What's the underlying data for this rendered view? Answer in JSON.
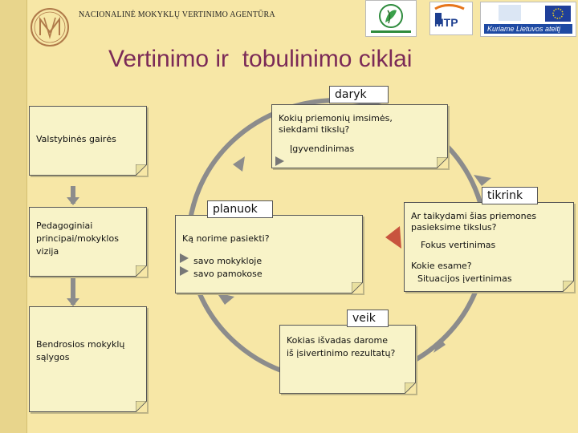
{
  "header": {
    "agency": "NACIONALINĖ MOKYKLŲ VERTINIMO AGENTŪRA",
    "logo_mtp_text": "MTP",
    "logo_eu_text": "Kuriame Lietuvos ateitį"
  },
  "title": "Vertinimo ir  tobulinimo ciklai",
  "left_column": {
    "box1": "Valstybinės gairės",
    "box2": [
      "Pedagoginiai",
      "principai/mokyklos",
      "vizija"
    ],
    "box3": [
      "Bendrosios mokyklų",
      "sąlygos"
    ]
  },
  "cycle": {
    "daryk": {
      "tab": "daryk",
      "question": [
        "Kokių priemonių imsimės,",
        "siekdami tikslų?"
      ],
      "sub": "Įgyvendinimas"
    },
    "planuok": {
      "tab": "planuok",
      "question": "Ką norime pasiekti?",
      "sub": [
        "savo mokykloje",
        "savo pamokose"
      ]
    },
    "tikrink": {
      "tab": "tikrink",
      "question": [
        "Ar taikydami šias priemones",
        "pasieksime tikslus?"
      ],
      "sub": "Fokus vertinimas",
      "question2": "Kokie esame?",
      "sub2": "Situacijos įvertinimas"
    },
    "veik": {
      "tab": "veik",
      "question": [
        "Kokias išvadas darome",
        "iš įsivertinimo rezultatų?"
      ]
    }
  },
  "colors": {
    "background": "#f7e7a6",
    "title": "#7b2a57",
    "note": "#f8f3c8",
    "arrow": "#7a7a7a"
  }
}
